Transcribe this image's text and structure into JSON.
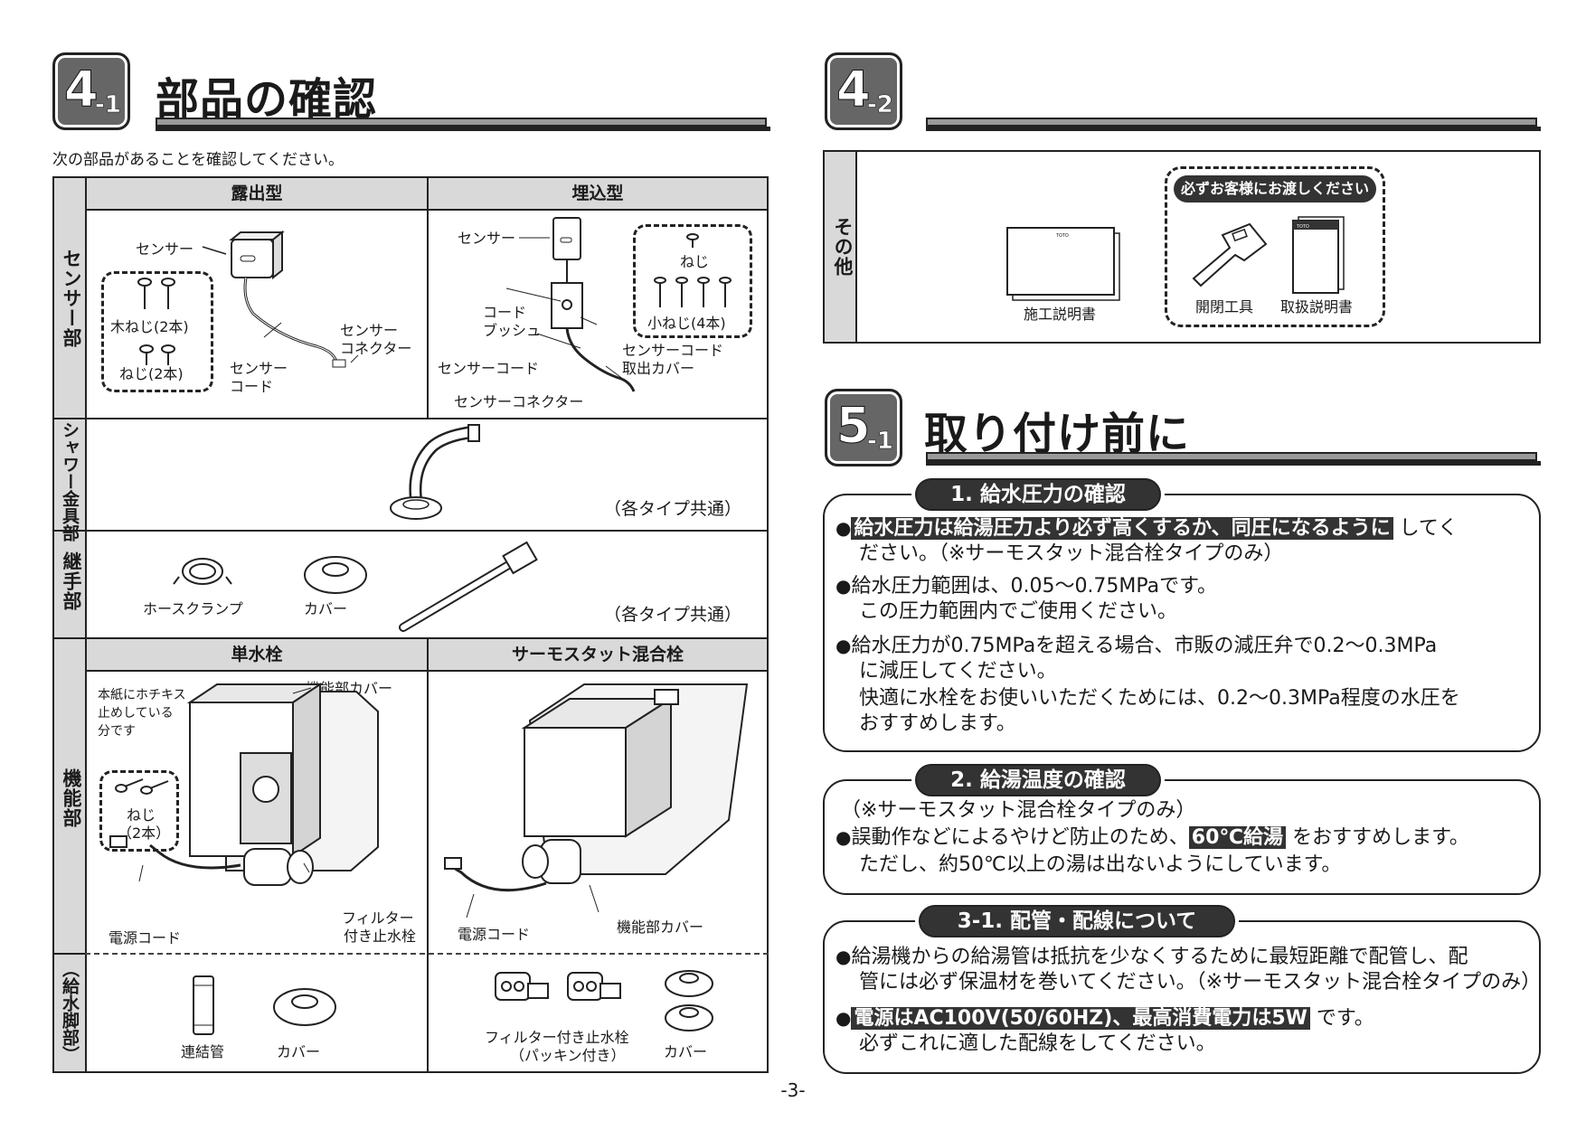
{
  "left": {
    "badge": {
      "num": "4",
      "sub": "-1"
    },
    "title": "部品の確認",
    "intro": "次の部品があることを確認してください。",
    "col_headers": {
      "exposed": "露出型",
      "embedded": "埋込型"
    },
    "rows": {
      "sensor": "センサー部",
      "shower": "シャワー金具部",
      "joint": "継手部",
      "function": "機能部",
      "supply": "（給水脚部）"
    },
    "sensor_exposed": {
      "sensor": "センサー",
      "wood_screw": "木ねじ(2本)",
      "screw": "ねじ(2本)",
      "sensor_cord": [
        "センサー",
        "コード"
      ],
      "sensor_connector": [
        "センサー",
        "コネクター"
      ]
    },
    "sensor_embedded": {
      "sensor": "センサー",
      "screw": "ねじ",
      "small_screw": "小ねじ(4本)",
      "cord_bush": [
        "コード",
        "ブッシュ"
      ],
      "cord_cover": [
        "センサーコード",
        "取出カバー"
      ],
      "sensor_cord": "センサーコード",
      "sensor_connector": "センサーコネクター"
    },
    "common_note": "（各タイプ共通）",
    "joint": {
      "hose_clamp": "ホースクランプ",
      "cover": "カバー"
    },
    "function_headers": {
      "single": "単水栓",
      "thermo": "サーモスタット混合栓"
    },
    "function_single": {
      "staple_note": [
        "本紙にホチキス",
        "止めしている",
        "分です"
      ],
      "screw": [
        "ねじ",
        "（2本）"
      ],
      "cover": "機能部カバー",
      "power_cord": "電源コード",
      "filter_valve": [
        "フィルター",
        "付き止水栓"
      ]
    },
    "function_thermo": {
      "power_cord": "電源コード",
      "cover": "機能部カバー"
    },
    "supply_single": {
      "pipe": "連結管",
      "cover": "カバー"
    },
    "supply_thermo": {
      "filter_valve": [
        "フィルター付き止水栓",
        "（パッキン付き）"
      ],
      "cover": "カバー"
    }
  },
  "right_top": {
    "badge": {
      "num": "4",
      "sub": "-2"
    },
    "row_label": "その他",
    "manual": "施工説明書",
    "handover_note": "必ずお客様にお渡しください",
    "tool": "開閉工具",
    "handling_manual": "取扱説明書",
    "brand_mark": "TOTO"
  },
  "right_bottom": {
    "badge": {
      "num": "5",
      "sub": "-1"
    },
    "title": "取り付け前に",
    "sections": [
      {
        "heading": "1. 給水圧力の確認",
        "lines": [
          {
            "bullet": "●",
            "hl": "給水圧力は給湯圧力より必ず高くするか、同圧になるように",
            "rest": "してく"
          },
          {
            "text": "ださい。（※サーモスタット混合栓タイプのみ）"
          },
          {
            "bullet": "●",
            "text": "給水圧力範囲は、0.05～0.75MPaです。"
          },
          {
            "text": "この圧力範囲内でご使用ください。"
          },
          {
            "bullet": "●",
            "text": "給水圧力が0.75MPaを超える場合、市販の減圧弁で0.2～0.3MPa"
          },
          {
            "text": "に減圧してください。"
          },
          {
            "text": "快適に水栓をお使いいただくためには、0.2～0.3MPa程度の水圧を"
          },
          {
            "text": "おすすめします。"
          }
        ]
      },
      {
        "heading": "2. 給湯温度の確認",
        "lines": [
          {
            "text": "（※サーモスタット混合栓タイプのみ）"
          },
          {
            "bullet": "●",
            "pre": "誤動作などによるやけど防止のため、",
            "hl": "60℃給湯",
            "rest": "をおすすめします。"
          },
          {
            "text": "ただし、約50℃以上の湯は出ないようにしています。"
          }
        ]
      },
      {
        "heading": "3-1. 配管・配線について",
        "lines": [
          {
            "bullet": "●",
            "text": "給湯機からの給湯管は抵抗を少なくするために最短距離で配管し、配"
          },
          {
            "text": "管には必ず保温材を巻いてください。（※サーモスタット混合栓タイプのみ）"
          },
          {
            "bullet": "●",
            "hl": "電源はAC100V(50/60HZ)、最高消費電力は5W",
            "rest": "です。"
          },
          {
            "text": "必ずこれに適した配線をしてください。"
          }
        ]
      }
    ]
  },
  "page_number": "-3-"
}
